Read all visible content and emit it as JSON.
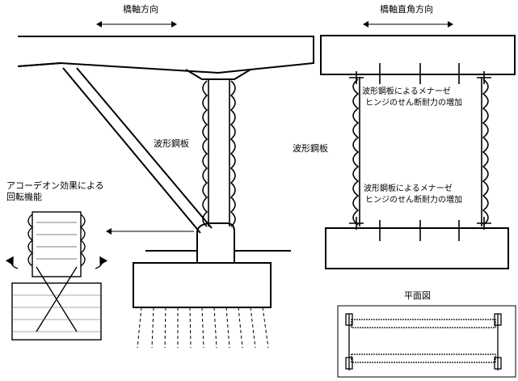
{
  "labels": {
    "side_direction": "橋軸方向",
    "front_direction": "橋軸直角方向",
    "side_web": "波形鋼板",
    "front_web": "波形鋼板",
    "detail_caption_1": "アコーデオン効果による",
    "detail_caption_2": "回転機能",
    "annotation_top_1": "波形鋼板によるメナーゼ",
    "annotation_top_2": "ヒンジのせん断耐力の増加",
    "annotation_bottom_1": "波形鋼板によるメナーゼ",
    "annotation_bottom_2": "ヒンジのせん断耐力の増加",
    "plan_title": "平面図"
  },
  "colors": {
    "ink": "#000000",
    "paper": "#ffffff",
    "hatch": "#555555"
  }
}
